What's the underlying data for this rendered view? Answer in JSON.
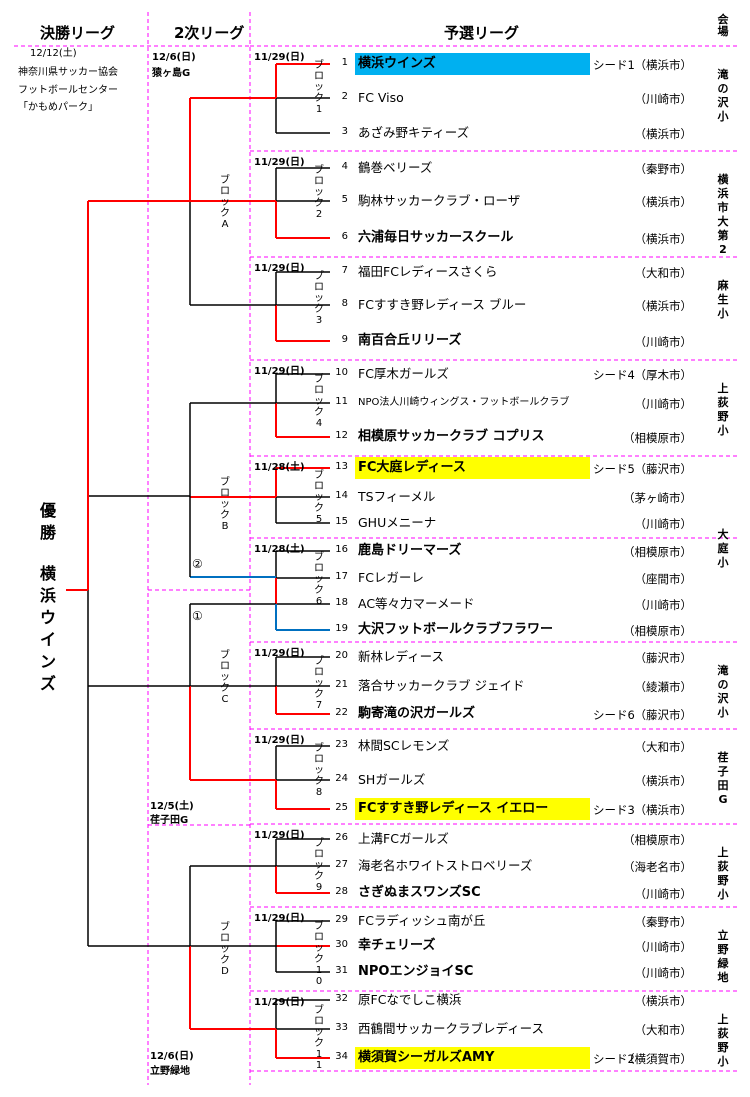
{
  "headers": {
    "final": "決勝リーグ",
    "second": "2次リーグ",
    "prelim": "予選リーグ",
    "venue": "会場"
  },
  "final_info": [
    "12/12(土)",
    "神奈川県サッカー協会",
    "フットボールセンター",
    "「かもめパーク」"
  ],
  "second_info": {
    "top": [
      "12/6(日)",
      "猿ヶ島G"
    ],
    "mid": [
      "12/5(土)",
      "荏子田G"
    ],
    "bottom": [
      "12/6(日)",
      "立野緑地"
    ]
  },
  "champion": {
    "label": "優勝",
    "team": "横浜ウインズ"
  },
  "second_blocks": [
    "ブロックA",
    "ブロックB",
    "ブロックC",
    "ブロックD"
  ],
  "markers": [
    "②",
    "①"
  ],
  "groups": [
    {
      "date": "11/29(日)",
      "block": "ブロック1",
      "venue": "滝の沢小"
    },
    {
      "date": "11/29(日)",
      "block": "ブロック2",
      "venue": "横浜市大第2"
    },
    {
      "date": "11/29(日)",
      "block": "ブロック3",
      "venue": "麻生小"
    },
    {
      "date": "11/29(日)",
      "block": "ブロック4",
      "venue": "上荻野小"
    },
    {
      "date": "11/28(土)",
      "block": "ブロック5",
      "venue": ""
    },
    {
      "date": "11/28(土)",
      "block": "ブロック6",
      "venue": "大庭小"
    },
    {
      "date": "11/29(日)",
      "block": "ブロック7",
      "venue": "滝の沢小"
    },
    {
      "date": "11/29(日)",
      "block": "ブロック8",
      "venue": "荏子田G"
    },
    {
      "date": "11/29(日)",
      "block": "ブロック9",
      "venue": "上荻野小"
    },
    {
      "date": "11/29(日)",
      "block": "ブロック10",
      "venue": "立野緑地"
    },
    {
      "date": "11/29(日)",
      "block": "ブロック11",
      "venue": "上荻野小"
    }
  ],
  "teams": [
    {
      "num": "1",
      "name": "横浜ウインズ",
      "seed": "シード1",
      "city": "（横浜市）"
    },
    {
      "num": "2",
      "name": "FC Viso",
      "seed": "",
      "city": "（川崎市）"
    },
    {
      "num": "3",
      "name": "あざみ野キティーズ",
      "seed": "",
      "city": "（横浜市）"
    },
    {
      "num": "4",
      "name": "鶴巻ベリーズ",
      "seed": "",
      "city": "（秦野市）"
    },
    {
      "num": "5",
      "name": "駒林サッカークラブ・ローザ",
      "seed": "",
      "city": "（横浜市）"
    },
    {
      "num": "6",
      "name": "六浦毎日サッカースクール",
      "seed": "",
      "city": "（横浜市）"
    },
    {
      "num": "7",
      "name": "福田FCレディースさくら",
      "seed": "",
      "city": "（大和市）"
    },
    {
      "num": "8",
      "name": "FCすすき野レディース ブルー",
      "seed": "",
      "city": "（横浜市）"
    },
    {
      "num": "9",
      "name": "南百合丘リリーズ",
      "seed": "",
      "city": "（川崎市）"
    },
    {
      "num": "10",
      "name": "FC厚木ガールズ",
      "seed": "シード4",
      "city": "（厚木市）"
    },
    {
      "num": "11",
      "name": "NPO法人川崎ウィングス・フットボールクラブ",
      "seed": "",
      "city": "（川崎市）"
    },
    {
      "num": "12",
      "name": "相模原サッカークラブ コプリス",
      "seed": "",
      "city": "（相模原市）"
    },
    {
      "num": "13",
      "name": "FC大庭レディース",
      "seed": "シード5",
      "city": "（藤沢市）"
    },
    {
      "num": "14",
      "name": "TSフィーメル",
      "seed": "",
      "city": "（茅ヶ崎市）"
    },
    {
      "num": "15",
      "name": "GHUメニーナ",
      "seed": "",
      "city": "（川崎市）"
    },
    {
      "num": "16",
      "name": "鹿島ドリーマーズ",
      "seed": "",
      "city": "（相模原市）"
    },
    {
      "num": "17",
      "name": "FCレガーレ",
      "seed": "",
      "city": "（座間市）"
    },
    {
      "num": "18",
      "name": "AC等々力マーメード",
      "seed": "",
      "city": "（川崎市）"
    },
    {
      "num": "19",
      "name": "大沢フットボールクラブフラワー",
      "seed": "",
      "city": "（相模原市）"
    },
    {
      "num": "20",
      "name": "新林レディース",
      "seed": "",
      "city": "（藤沢市）"
    },
    {
      "num": "21",
      "name": "落合サッカークラブ ジェイド",
      "seed": "",
      "city": "（綾瀬市）"
    },
    {
      "num": "22",
      "name": "駒寄滝の沢ガールズ",
      "seed": "シード6",
      "city": "（藤沢市）"
    },
    {
      "num": "23",
      "name": "林間SCレモンズ",
      "seed": "",
      "city": "（大和市）"
    },
    {
      "num": "24",
      "name": "SHガールズ",
      "seed": "",
      "city": "（横浜市）"
    },
    {
      "num": "25",
      "name": "FCすすき野レディース イエロー",
      "seed": "シード3",
      "city": "（横浜市）"
    },
    {
      "num": "26",
      "name": "上溝FCガールズ",
      "seed": "",
      "city": "（相模原市）"
    },
    {
      "num": "27",
      "name": "海老名ホワイトストロベリーズ",
      "seed": "",
      "city": "（海老名市）"
    },
    {
      "num": "28",
      "name": "さぎぬまスワンズSC",
      "seed": "",
      "city": "（川崎市）"
    },
    {
      "num": "29",
      "name": "FCラディッシュ南が丘",
      "seed": "",
      "city": "（秦野市）"
    },
    {
      "num": "30",
      "name": "幸チェリーズ",
      "seed": "",
      "city": "（川崎市）"
    },
    {
      "num": "31",
      "name": "NPOエンジョイSC",
      "seed": "",
      "city": "（川崎市）"
    },
    {
      "num": "32",
      "name": "原FCなでしこ横浜",
      "seed": "",
      "city": "（横浜市）"
    },
    {
      "num": "33",
      "name": "西鶴間サッカークラブレディース",
      "seed": "",
      "city": "（大和市）"
    },
    {
      "num": "34",
      "name": "横須賀シーガルズAMY",
      "seed": "シード2",
      "city": "（横須賀市）"
    }
  ],
  "colors": {
    "winner": "#ff0000",
    "line": "#000000",
    "blue": "#0070c0",
    "divider": "#ff00ff",
    "highlight_blue": "#00b0f0",
    "highlight_yellow": "#ffff00"
  }
}
